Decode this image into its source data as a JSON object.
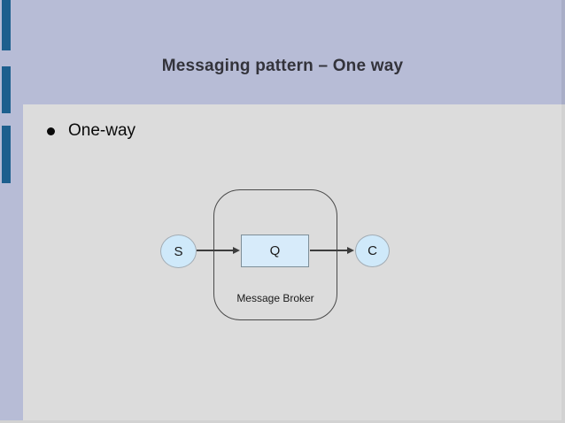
{
  "slide": {
    "title": "Messaging pattern – One way",
    "bullet": "One-way"
  },
  "diagram": {
    "sender_label": "S",
    "queue_label": "Q",
    "consumer_label": "C",
    "broker_label": "Message Broker"
  },
  "colors": {
    "header_bg": "#b7bcd6",
    "sidebar_bg": "#b7bcd6",
    "sidebar_accent": "#1d5f8e",
    "content_bg": "#dcdcdc",
    "title_text": "#33333b",
    "body_text": "#0a0a0a",
    "node_fill": "#cfe9fa",
    "queue_fill": "#d7ebfa",
    "node_border": "#a2acb4",
    "queue_border": "#7e8e98",
    "broker_border": "#4a4a4a",
    "arrow": "#3c3c3c"
  }
}
